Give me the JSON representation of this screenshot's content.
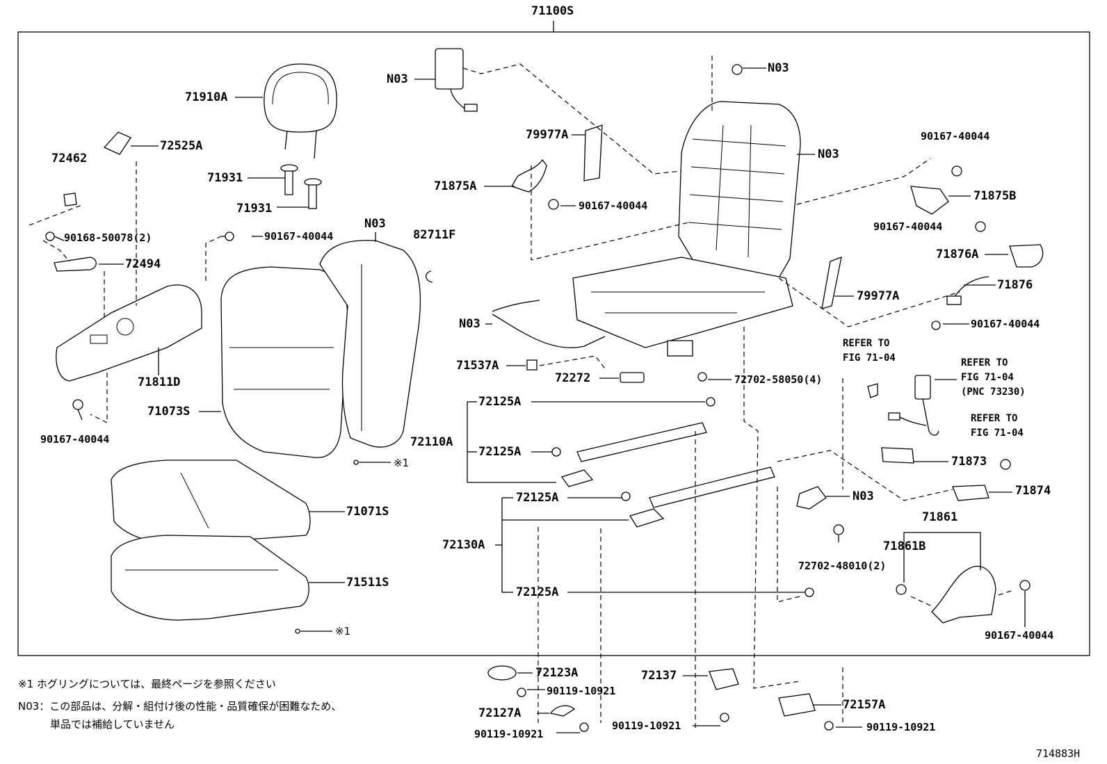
{
  "diagram_id": "714883H",
  "assembly": "71100S",
  "labels": {
    "p71910A": "71910A",
    "p72525A": "72525A",
    "p72462": "72462",
    "p71931a": "71931",
    "p71931b": "71931",
    "p90168": "90168-50078(2)",
    "p90167a": "90167-40044",
    "p72494": "72494",
    "pN03seat": "N03",
    "p82711F": "82711F",
    "p71811D": "71811D",
    "p71073S": "71073S",
    "p90167b": "90167-40044",
    "pRing1": "※1",
    "p71071S": "71071S",
    "p71511S": "71511S",
    "pRing2": "※1",
    "pN03top": "N03",
    "p79977Aa": "79977A",
    "p71875A": "71875A",
    "p90167c": "90167-40044",
    "pN03nut": "N03",
    "pN03frame": "N03",
    "p90167d": "90167-40044",
    "p71875B": "71875B",
    "p90167e": "90167-40044",
    "p71876A": "71876A",
    "p79977Ab": "79977A",
    "p71876": "71876",
    "p90167f": "90167-40044",
    "pN03wire": "N03",
    "p71537A": "71537A",
    "p72272": "72272",
    "p72702a": "72702-58050(4)",
    "p72125Aa": "72125A",
    "p72110A": "72110A",
    "p72125Ab": "72125A",
    "p72125Ac": "72125A",
    "p72130A": "72130A",
    "p72125Ad": "72125A",
    "pN03sens": "N03",
    "p72702b": "72702-48010(2)",
    "p71873": "71873",
    "p71874": "71874",
    "p71861": "71861",
    "p71861B": "71861B",
    "p90167g": "90167-40044",
    "p72123A": "72123A",
    "p90119a": "90119-10921",
    "p72127A": "72127A",
    "p90119b": "90119-10921",
    "p72137": "72137",
    "p90119c": "90119-10921",
    "p72157A": "72157A",
    "p90119d": "90119-10921"
  },
  "refers": {
    "r1": [
      "REFER TO",
      "FIG 71-04"
    ],
    "r2": [
      "REFER TO",
      "FIG 71-04",
      "(PNC 73230)"
    ],
    "r3": [
      "REFER TO",
      "FIG 71-04"
    ]
  },
  "notes": {
    "line1": "※1 ホグリングについては、最終ページを参照ください",
    "line2": "N03：この部品は、分解・組付け後の性能・品質確保が困難なため、",
    "line3": "単品では補給していません"
  }
}
